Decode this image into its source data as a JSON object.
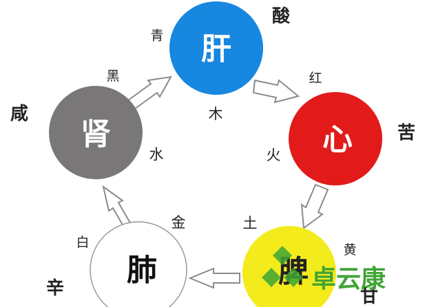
{
  "nodes": {
    "liver": {
      "organ": "肝",
      "color_word": "青",
      "element": "木",
      "taste": "酸",
      "fill": "#1787E0",
      "text_color": "#ffffff"
    },
    "heart": {
      "organ": "心",
      "color_word": "红",
      "element": "火",
      "taste": "苦",
      "fill": "#E21A1A",
      "text_color": "#ffffff"
    },
    "spleen": {
      "organ": "脾",
      "color_word": "黄",
      "element": "土",
      "taste": "甘",
      "fill": "#F3EB1C",
      "text_color": "#222222"
    },
    "lung": {
      "organ": "肺",
      "color_word": "白",
      "element": "金",
      "taste": "辛",
      "fill": "#ffffff",
      "text_color": "#111111"
    },
    "kidney": {
      "organ": "肾",
      "color_word": "黑",
      "element": "水",
      "taste": "咸",
      "fill": "#7A7778",
      "text_color": "#ffffff"
    }
  },
  "watermark": {
    "text": "卓云康",
    "color": "#3FA535"
  },
  "colors": {
    "arrow_stroke": "#8A8A8A",
    "arrow_fill": "#ffffff",
    "circle_outline": "#999999"
  }
}
